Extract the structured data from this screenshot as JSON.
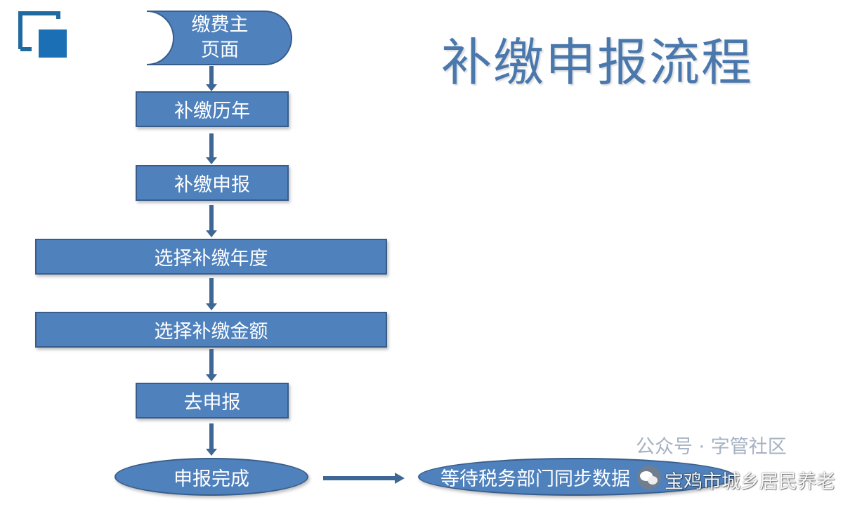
{
  "title": "补缴申报流程",
  "nodes": {
    "start": "缴费主页面",
    "start_line1": "缴费主",
    "start_line2": "页面",
    "n1": "补缴历年",
    "n2": "补缴申报",
    "n3": "选择补缴年度",
    "n4": "选择补缴金额",
    "n5": "去申报",
    "n6": "申报完成",
    "n7": "等待税务部门同步数据"
  },
  "watermark": {
    "line1": "公众号 · 字管社区",
    "line2": "宝鸡市城乡居民养老"
  },
  "colors": {
    "box": "#4f81bd",
    "border": "#385d8a",
    "title": "#4a78ad",
    "logo": "#1a6fb5"
  }
}
